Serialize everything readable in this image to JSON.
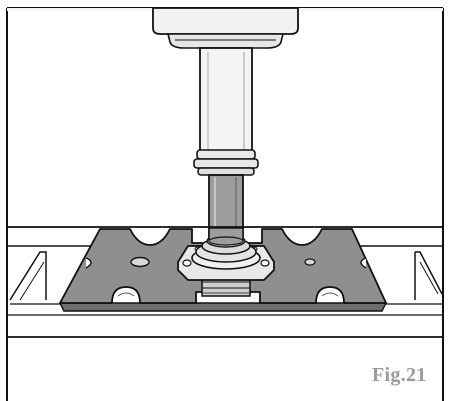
{
  "figure": {
    "label": "Fig.21"
  },
  "palette": {
    "line": "#111111",
    "plate": "#8f8f8f",
    "plate_shadow": "#6e6e6e",
    "shaft": "#9c9c9c",
    "metal_light": "#ececec",
    "background": "#ffffff",
    "label": "#9a9a9a"
  },
  "parts": {
    "press_head": "press-head",
    "press_ram": "ram",
    "press_shaft": "shaft",
    "bearing_flange": "flange",
    "support_plate": "support-plate",
    "press_bed": "bed"
  }
}
